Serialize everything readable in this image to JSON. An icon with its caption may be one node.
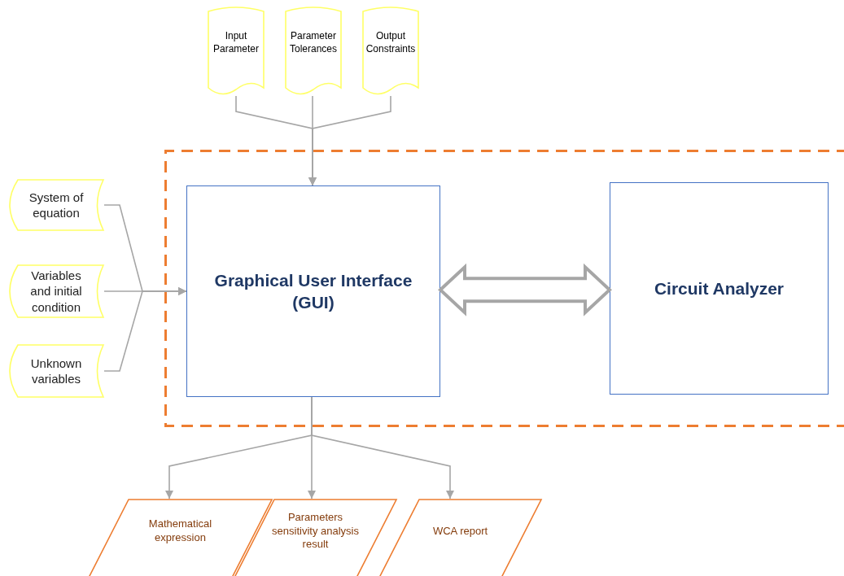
{
  "diagram": {
    "nodes": [
      {
        "text": [],
        "shape": "box"
      },
      {
        "text": [
          "Graphical User Interface (GUI)"
        ],
        "in": 0
      },
      {
        "text": [
          "Circuit Analyzer"
        ],
        "in": 0
      },
      {
        "text": [
          "Input Parameter"
        ]
      },
      {
        "text": [
          "Parameter Tolerances"
        ]
      },
      {
        "text": [
          "Output Constraints"
        ]
      },
      {
        "text": [
          "System of equation"
        ]
      },
      {
        "text": [
          "Variables and initial condition"
        ]
      },
      {
        "text": [
          "Unknown variables"
        ]
      },
      {
        "text": [
          "Mathematical expression"
        ]
      },
      {
        "text": [
          "Parameters sensitivity analysis result"
        ]
      },
      {
        "text": [
          "WCA report"
        ]
      }
    ],
    "edges": [
      {
        "from": 3,
        "to": 1,
        "arrow": "to"
      },
      {
        "from": 4,
        "to": 1,
        "arrow": "to"
      },
      {
        "from": 5,
        "to": 1,
        "arrow": "to"
      },
      {
        "from": 6,
        "to": 1,
        "arrow": "to"
      },
      {
        "from": 7,
        "to": 1,
        "arrow": "to"
      },
      {
        "from": 8,
        "to": 1,
        "arrow": "to"
      },
      {
        "from": 1,
        "to": 9,
        "arrow": "to"
      },
      {
        "from": 1,
        "to": 10,
        "arrow": "to"
      },
      {
        "from": 1,
        "to": 11,
        "arrow": "to"
      },
      {
        "from": 1,
        "to": 2,
        "arrow": "both",
        "style": "thick"
      }
    ]
  }
}
